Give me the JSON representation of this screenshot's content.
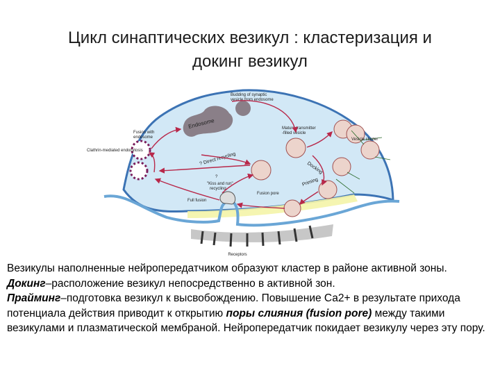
{
  "title": {
    "line1": "Цикл синаптических везикул : кластеризация и",
    "line2": "докинг везикул"
  },
  "diagram": {
    "labels": {
      "budding_line1": "Budding of synaptic",
      "budding_line2": "vesicle from endosome",
      "endosome": "Endosome",
      "fusion_endosome_line1": "Fusion with",
      "fusion_endosome_line2": "endosome",
      "clathrin": "Clathrin-mediated endocytosis",
      "mature_line1": "Mature transmitter",
      "mature_line2": "-filled vesicle",
      "vesicle_cluster": "Vesicle cluster",
      "direct_recycling": "? Direct recycling",
      "docking": "Docking",
      "priming": "Priming",
      "kiss_run_q": "?",
      "kiss_run_line1": "\"Kiss and run\"",
      "kiss_run_line2": "recycling",
      "fusion_pore": "Fusion pore",
      "full_fusion": "Full fusion",
      "receptors": "Receptors"
    },
    "colors": {
      "terminal_fill": "#d2e8f6",
      "membrane": "#3c73b4",
      "active_zone": "#f4f4a8",
      "vesicle": "#ecd4cc",
      "endosome": "#8a7f88",
      "arrow": "#b8284a",
      "clathrin": "#7a1e5c"
    }
  },
  "caption": {
    "p1": "Везикулы наполненные нейропередатчиком образуют кластер в районе активной зоны.",
    "docking_term": "Докинг",
    "p1_rest": "–расположение везикул непосредственно в активной зон.",
    "priming_term": "Прайминг",
    "p2": "–подготовка везикул к высвобождению. Повышение Са2+ в результате прихода потенциала действия приводит к открытию",
    "pore_term": "поры слияния (fusion pore)",
    "p2_rest": "между такими везикулами и плазматической мембраной. Нейропередатчик покидает везикулу через эту пору."
  }
}
